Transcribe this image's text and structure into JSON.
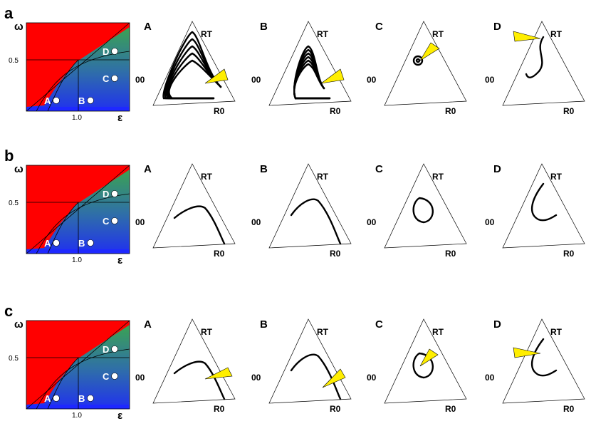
{
  "figure": {
    "row_labels": [
      "a",
      "b",
      "c"
    ],
    "axis_y_label": "ω",
    "axis_x_label": "ε",
    "axis_y_tick": "0.5",
    "axis_x_tick": "1.0",
    "point_labels": [
      "A",
      "B",
      "C",
      "D"
    ],
    "simplex_labels": {
      "top": "RT",
      "left": "00",
      "right": "R0"
    },
    "colors": {
      "red": "#ff0000",
      "green": "#3ca84a",
      "blue": "#1e28ff",
      "arrow": "#ffee00"
    }
  },
  "chart_data": [
    {
      "type": "heatmap",
      "row": "a",
      "xlabel": "ε",
      "ylabel": "ω",
      "xticks": [
        "1.0"
      ],
      "yticks": [
        "0.5"
      ],
      "points": [
        {
          "label": "A",
          "x": 0.7,
          "y": 0.12
        },
        {
          "label": "B",
          "x": 1.33,
          "y": 0.12
        },
        {
          "label": "C",
          "x": 1.75,
          "y": 0.35
        },
        {
          "label": "D",
          "x": 1.75,
          "y": 0.65
        }
      ]
    },
    {
      "type": "heatmap",
      "row": "b",
      "xlabel": "ε",
      "ylabel": "ω",
      "xticks": [
        "1.0"
      ],
      "yticks": [
        "0.5"
      ],
      "points": [
        {
          "label": "A",
          "x": 0.7,
          "y": 0.12
        },
        {
          "label": "B",
          "x": 1.33,
          "y": 0.12
        },
        {
          "label": "C",
          "x": 1.75,
          "y": 0.35
        },
        {
          "label": "D",
          "x": 1.75,
          "y": 0.65
        }
      ]
    },
    {
      "type": "heatmap",
      "row": "c",
      "xlabel": "ε",
      "ylabel": "ω",
      "xticks": [
        "1.0"
      ],
      "yticks": [
        "0.5"
      ],
      "points": [
        {
          "label": "A",
          "x": 0.7,
          "y": 0.12
        },
        {
          "label": "B",
          "x": 1.33,
          "y": 0.12
        },
        {
          "label": "C",
          "x": 1.75,
          "y": 0.35
        },
        {
          "label": "D",
          "x": 1.75,
          "y": 0.65
        }
      ]
    }
  ]
}
